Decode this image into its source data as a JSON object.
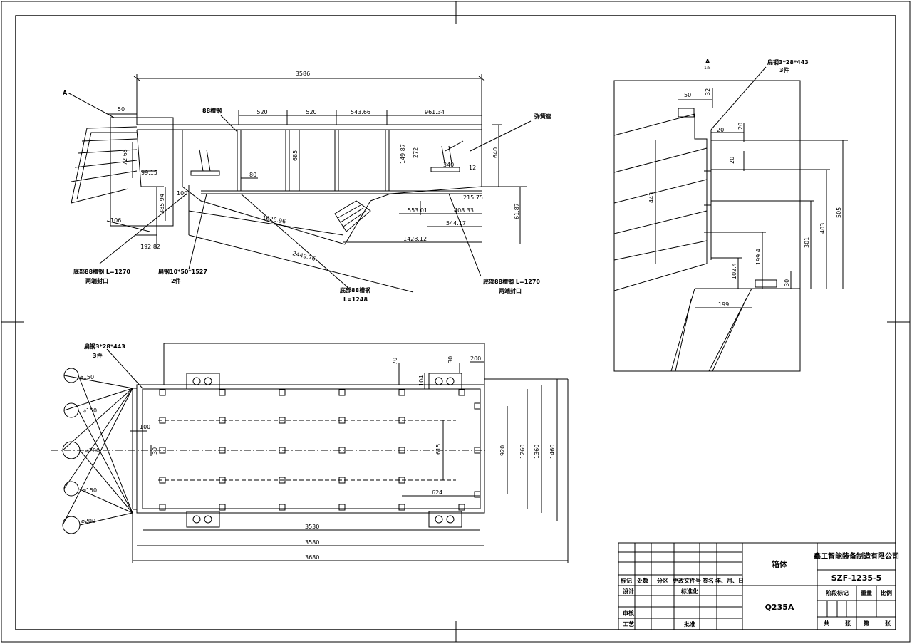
{
  "side_view": {
    "dimensions": {
      "overall": "3586",
      "d50": "50",
      "d520a": "520",
      "d520b": "520",
      "d543": "543.66",
      "d961": "961.34",
      "d685": "685",
      "d640": "640",
      "d80": "80",
      "d100": "100",
      "d72": "72.65",
      "d99": "99.15",
      "d385": "385.94",
      "d106": "106",
      "d192": "192.82",
      "d1626": "1626.96",
      "d2449": "2449.76",
      "d149": "149.87",
      "d272": "272",
      "d340": "340",
      "d12": "12",
      "d215": "215.75",
      "d553": "553.01",
      "d408": "408.33",
      "d61": "61.87",
      "d544": "544.17",
      "d1428": "1428.12"
    },
    "labels": {
      "section_a": "A",
      "channel_88": "88槽钢",
      "spring_seat": "弹簧座",
      "left_bottom_1": "底部88槽钢  L=1270",
      "left_bottom_2": "两端封口",
      "flat_1": "扁钢10*50*1527",
      "flat_2": "2件",
      "center_bottom_1": "底部88槽钢",
      "center_bottom_2": "L=1248",
      "right_bottom_1": "底部88槽钢  L=1270",
      "right_bottom_2": "两端封口"
    }
  },
  "plan_view": {
    "labels": {
      "flat_steel_1": "扁钢3*28*443",
      "flat_steel_2": "3件"
    },
    "dimensions": {
      "d70": "70",
      "d30": "30",
      "d200": "200",
      "d104": "104",
      "d100": "100",
      "d30b": "30",
      "d615": "615",
      "d920": "920",
      "d1260": "1260",
      "d1360": "1360",
      "d1460": "1460",
      "d624": "624",
      "d3530": "3530",
      "d3580": "3580",
      "d3680": "3680",
      "h150a": "⌀150",
      "h150b": "⌀150",
      "h200a": "⌀200",
      "h150c": "⌀150",
      "h200b": "⌀200"
    }
  },
  "detail_view": {
    "title": "A",
    "scale": "1:5",
    "labels": {
      "flat_steel_1": "扁钢3*28*443",
      "flat_steel_2": "3件"
    },
    "dimensions": {
      "d50": "50",
      "d32": "32",
      "d20a": "20",
      "d20b": "20",
      "d20c": "20",
      "d443": "443",
      "d505": "505",
      "d403": "403",
      "d301": "301",
      "d199_4": "199.4",
      "d102_4": "102.4",
      "d30": "30",
      "d199": "199"
    }
  },
  "title_block": {
    "part_name": "箱体",
    "company": "鑫工智能装备制造有限公司",
    "drawing_no": "SZF-1235-5",
    "material": "Q235A",
    "headers": {
      "mark": "标记",
      "count": "处数",
      "zone": "分区",
      "change_doc": "更改文件号",
      "sign": "签名",
      "date": "年、月、日"
    },
    "roles": {
      "design": "设计",
      "standard": "标准化",
      "check": "审核",
      "process": "工艺",
      "approve": "批准"
    },
    "stage": "阶段标记",
    "weight": "重量",
    "ratio": "比例",
    "sheets": {
      "total": "共",
      "zhang1": "张",
      "di": "第",
      "zhang2": "张"
    }
  }
}
